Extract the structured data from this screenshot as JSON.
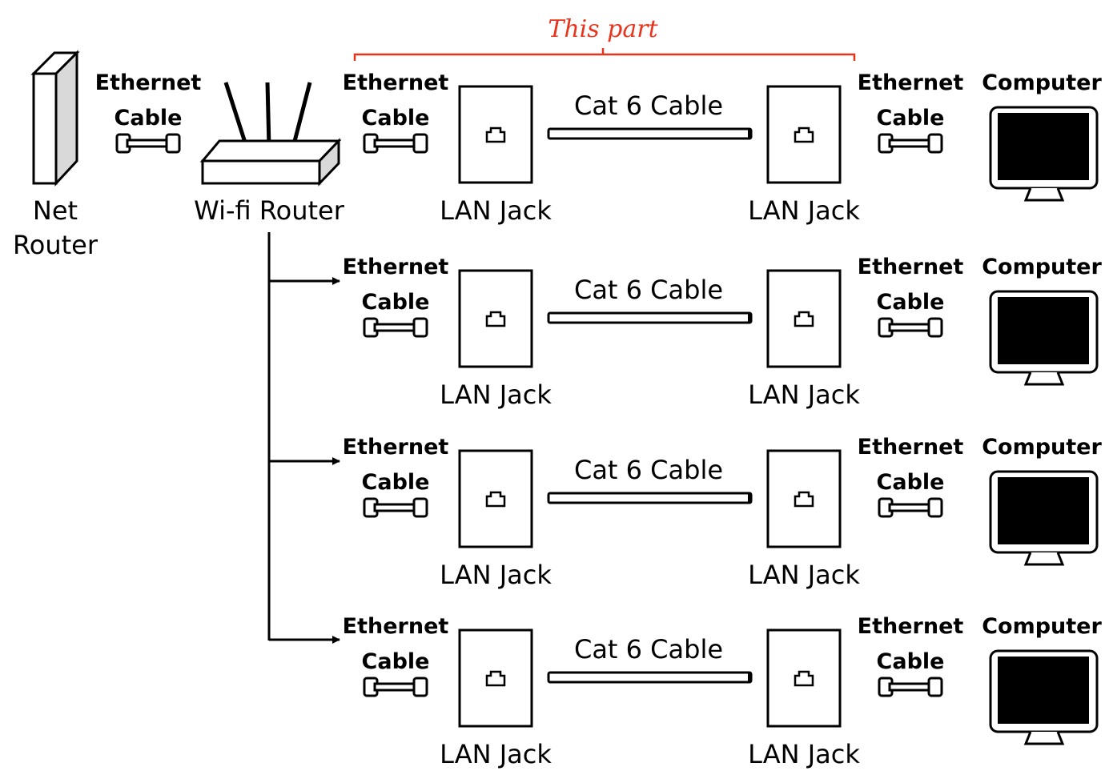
{
  "colors": {
    "ink": "#000000",
    "annotation": "#e8341c",
    "panel_gray": "#d9d9d9"
  },
  "annotation": {
    "text": "This part"
  },
  "labels": {
    "net_router_line1": "Net",
    "net_router_line2": "Router",
    "wifi_router": "Wi-fi Router",
    "ethernet_line1": "Ethernet",
    "ethernet_line2": "Cable",
    "cat6_cable": "Cat 6 Cable",
    "lan_jack": "LAN Jack",
    "computer": "Computer"
  },
  "icons": [
    "server-tower-icon",
    "wifi-router-icon",
    "ethernet-cable-icon",
    "lan-jack-icon",
    "cat6-cable-icon",
    "computer-monitor-icon",
    "arrow-right-icon",
    "bracket-icon"
  ],
  "rows": [
    {
      "id": "row-1"
    },
    {
      "id": "row-2"
    },
    {
      "id": "row-3"
    },
    {
      "id": "row-4"
    }
  ]
}
